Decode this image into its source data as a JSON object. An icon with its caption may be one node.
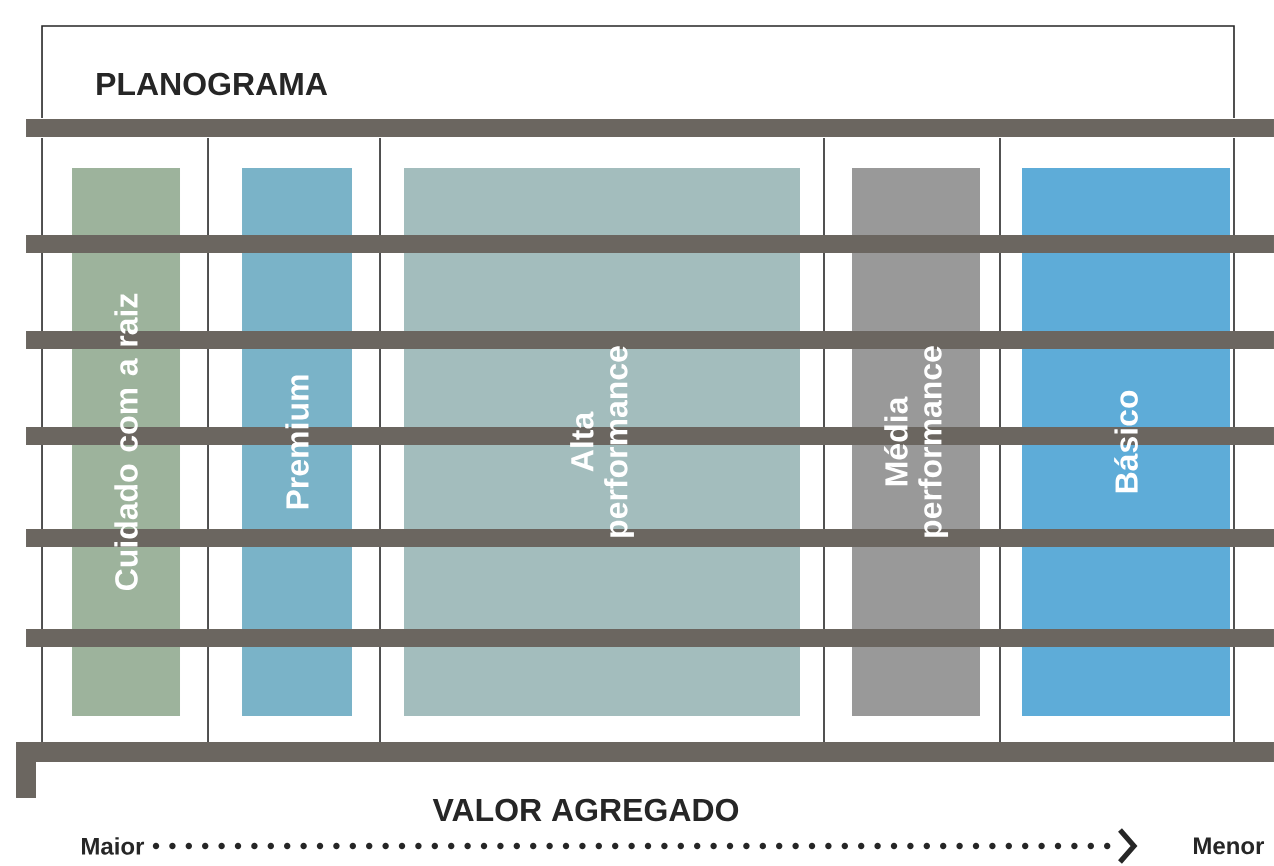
{
  "diagram": {
    "title": "PLANOGRAMA",
    "nodes": [
      {
        "text": [
          "Cuidado com a raiz"
        ]
      },
      {
        "text": [
          "Premium"
        ]
      },
      {
        "text": [
          "Alta performance"
        ]
      },
      {
        "text": [
          "Média performance"
        ]
      },
      {
        "text": [
          "Básico"
        ]
      }
    ],
    "labels": [
      "VALOR AGREGADO",
      "Maior",
      "Menor"
    ]
  }
}
